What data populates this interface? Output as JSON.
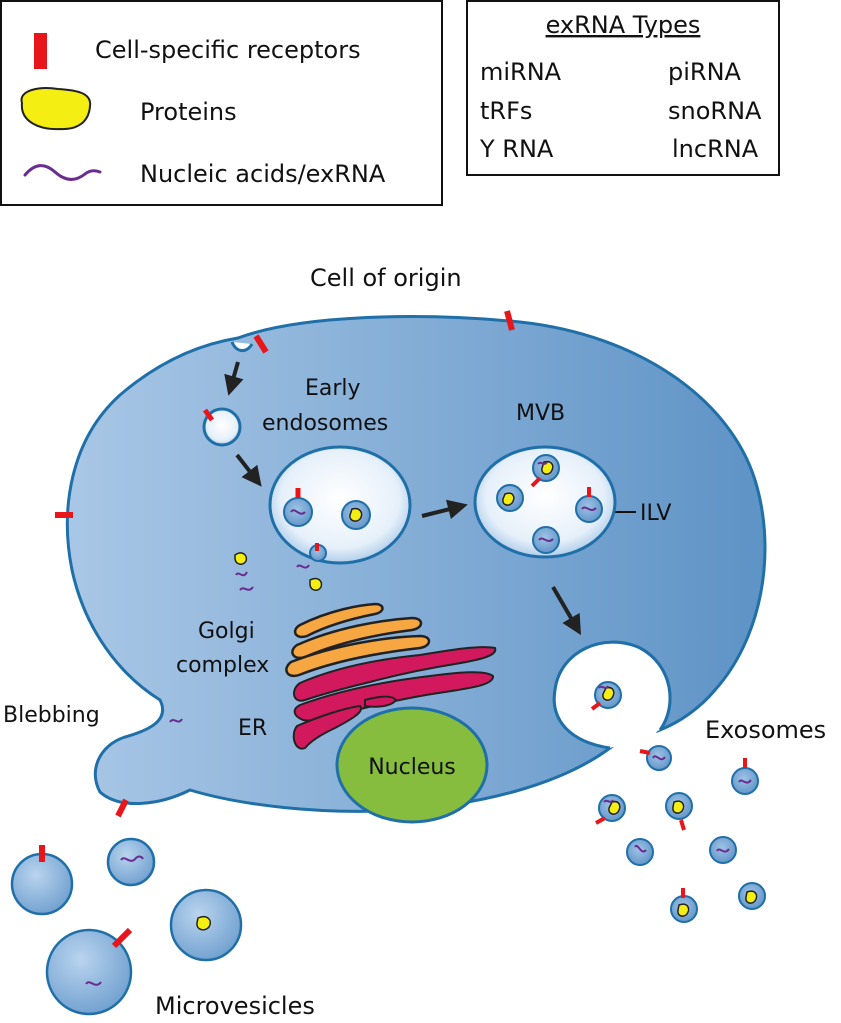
{
  "legend": {
    "receptors": "Cell-specific receptors",
    "proteins": "Proteins",
    "nucleic_acids": "Nucleic acids/exRNA"
  },
  "exrna_types": {
    "title": "exRNA Types",
    "left": [
      "miRNA",
      "tRFs",
      "Y RNA"
    ],
    "right": [
      "piRNA",
      "snoRNA",
      "lncRNA"
    ]
  },
  "labels": {
    "cell_of_origin": "Cell of origin",
    "early_endosomes_1": "Early",
    "early_endosomes_2": "endosomes",
    "mvb": "MVB",
    "ilv": "ILV",
    "golgi_1": "Golgi",
    "golgi_2": "complex",
    "er": "ER",
    "nucleus": "Nucleus",
    "blebbing": "Blebbing",
    "exosomes": "Exosomes",
    "microvesicles": "Microvesicles"
  },
  "colors": {
    "cell_fill": "#7fa9d3",
    "cell_stroke": "#1f6fa8",
    "receptor": "#e8161b",
    "protein": "#f5ee13",
    "rna": "#6a2d8f",
    "golgi": "#f6a742",
    "er": "#d2195d",
    "nucleus": "#86bd3f"
  }
}
